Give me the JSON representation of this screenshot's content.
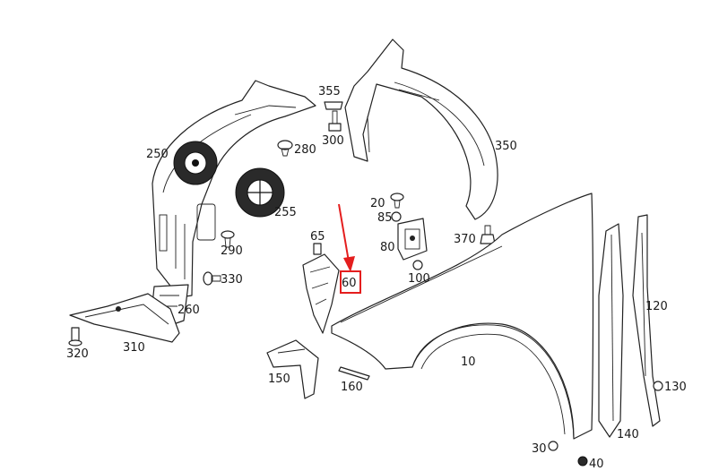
{
  "colors": {
    "highlight": "#e41e1e",
    "line": "#222222"
  },
  "highlighted_part": "60",
  "callouts": {
    "c10": "10",
    "c20": "20",
    "c30": "30",
    "c40": "40",
    "c60": "60",
    "c65": "65",
    "c80": "80",
    "c85": "85",
    "c100": "100",
    "c120": "120",
    "c130": "130",
    "c140": "140",
    "c150": "150",
    "c160": "160",
    "c250": "250",
    "c255": "255",
    "c260": "260",
    "c280": "280",
    "c290": "290",
    "c300": "300",
    "c310": "310",
    "c320": "320",
    "c330": "330",
    "c350": "350",
    "c355": "355",
    "c370": "370"
  }
}
